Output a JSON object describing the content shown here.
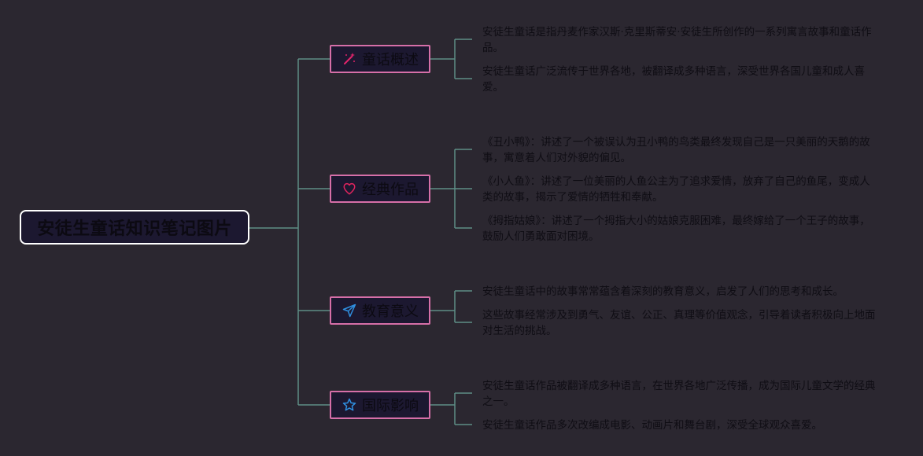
{
  "root": {
    "title": "安徒生童话知识笔记图片"
  },
  "branches": [
    {
      "label": "童话概述",
      "icon": "magic-wand-icon",
      "icon_color": "#e0246a",
      "leaves": [
        "安徒生童话是指丹麦作家汉斯·克里斯蒂安·安徒生所创作的一系列寓言故事和童话作品。",
        "安徒生童话广泛流传于世界各地，被翻译成多种语言，深受世界各国儿童和成人喜爱。"
      ]
    },
    {
      "label": "经典作品",
      "icon": "heart-icon",
      "icon_color": "#e0245e",
      "leaves": [
        "《丑小鸭》：讲述了一个被误认为丑小鸭的鸟类最终发现自己是一只美丽的天鹅的故事，寓意着人们对外貌的偏见。",
        "《小人鱼》：讲述了一位美丽的人鱼公主为了追求爱情，放弃了自己的鱼尾，变成人类的故事，揭示了爱情的牺牲和奉献。",
        "《拇指姑娘》：讲述了一个拇指大小的姑娘克服困难，最终嫁给了一个王子的故事，鼓励人们勇敢面对困境。"
      ]
    },
    {
      "label": "教育意义",
      "icon": "paper-plane-icon",
      "icon_color": "#2f8fe0",
      "leaves": [
        "安徒生童话中的故事常常蕴含着深刻的教育意义，启发了人们的思考和成长。",
        "这些故事经常涉及到勇气、友谊、公正、真理等价值观念，引导着读者积极向上地面对生活的挑战。"
      ]
    },
    {
      "label": "国际影响",
      "icon": "star-icon",
      "icon_color": "#2f8fe0",
      "leaves": [
        "安徒生童话作品被翻译成多种语言，在世界各地广泛传播，成为国际儿童文学的经典之一。",
        "安徒生童话作品多次改编成电影、动画片和舞台剧，深受全球观众喜爱。"
      ]
    }
  ],
  "colors": {
    "background": "#2b2730",
    "connector": "#5e8e86",
    "branch_border": "#d66fa8",
    "root_border": "#ffffff"
  }
}
